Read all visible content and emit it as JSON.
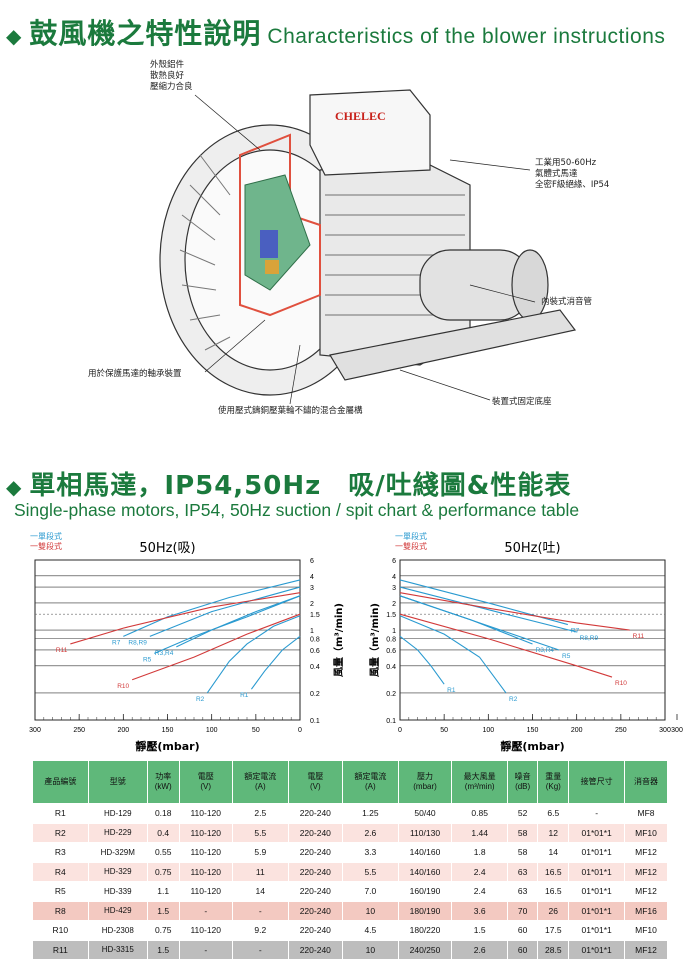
{
  "header1": {
    "cn": "鼓風機之特性說明",
    "en": "Characteristics of the blower instructions"
  },
  "header2": {
    "cn": "單相馬達，IP54,50Hz　吸/吐綫圖&性能表",
    "en": "Single-phase motors, IP54, 50Hz suction / spit chart & performance table"
  },
  "diagram": {
    "brand": "CHELEC",
    "labels": {
      "top_left": [
        "外殼鋁件",
        "散熱良好",
        "壓縮力合良"
      ],
      "right_motor": [
        "工業用50-60Hz",
        "氣體式馬達",
        "全密F級絕緣、IP54"
      ],
      "right_muffler": "內裝式消音管",
      "left_bottom": "用於保護馬達的軸承裝置",
      "bottom_center": "使用壓式鑄銅壓葉輪不鏽的混合金屬構",
      "bottom_right": "裝置式固定底座"
    }
  },
  "legend": {
    "single": "一單段式",
    "double": "一雙段式"
  },
  "colors": {
    "green": "#1b7a3d",
    "single": "#2a9ad0",
    "double": "#d23a3a",
    "header_bg": "#5fb87a"
  },
  "chart_data": [
    {
      "type": "line",
      "title": "50Hz(吸)",
      "xlabel": "靜壓(mbar)",
      "ylabel": "風量（m³/min)",
      "x_reversed": true,
      "xlim": [
        300,
        0
      ],
      "ylim": [
        0.1,
        6
      ],
      "yscale": "log",
      "x_ticks": [
        "300",
        "250",
        "200",
        "150",
        "100",
        "50",
        "0"
      ],
      "y_ticks": [
        "0.1",
        "0.2",
        "0.4",
        "0.6",
        "0.8",
        "1",
        "1.5",
        "2",
        "3",
        "4",
        "6"
      ],
      "series": [
        {
          "name": "R1",
          "kind": "single",
          "x": [
            0,
            20,
            40,
            55
          ],
          "y": [
            0.85,
            0.6,
            0.35,
            0.22
          ]
        },
        {
          "name": "R2",
          "kind": "single",
          "x": [
            0,
            30,
            60,
            80,
            105
          ],
          "y": [
            1.44,
            1.1,
            0.7,
            0.45,
            0.2
          ]
        },
        {
          "name": "R3,R4",
          "kind": "single",
          "x": [
            0,
            50,
            100,
            140
          ],
          "y": [
            2.4,
            1.6,
            1.0,
            0.65
          ]
        },
        {
          "name": "R5",
          "kind": "single",
          "x": [
            0,
            60,
            120,
            165
          ],
          "y": [
            2.4,
            1.4,
            0.85,
            0.55
          ]
        },
        {
          "name": "R7",
          "kind": "single",
          "x": [
            0,
            80,
            150,
            200
          ],
          "y": [
            3.6,
            2.3,
            1.4,
            0.85
          ]
        },
        {
          "name": "R8,R9",
          "kind": "single",
          "x": [
            0,
            100,
            170
          ],
          "y": [
            3.0,
            1.6,
            0.85
          ]
        },
        {
          "name": "R10",
          "kind": "double",
          "x": [
            0,
            60,
            120,
            190
          ],
          "y": [
            1.5,
            0.9,
            0.5,
            0.28
          ]
        },
        {
          "name": "R11",
          "kind": "double",
          "x": [
            0,
            100,
            200,
            260
          ],
          "y": [
            2.6,
            1.8,
            1.05,
            0.7
          ]
        }
      ]
    },
    {
      "type": "line",
      "title": "50Hz(吐)",
      "xlabel": "靜壓(mbar)",
      "ylabel": "風量（m³/min)",
      "xlim": [
        0,
        300
      ],
      "ylim": [
        0.1,
        6
      ],
      "yscale": "log",
      "x_ticks": [
        "0",
        "50",
        "100",
        "150",
        "200",
        "250",
        "300",
        "300"
      ],
      "y_ticks": [
        "0.1",
        "0.2",
        "0.4",
        "0.6",
        "0.8",
        "1",
        "1.5",
        "2",
        "3",
        "4",
        "6"
      ],
      "series": [
        {
          "name": "R1",
          "kind": "single",
          "x": [
            0,
            20,
            35,
            50
          ],
          "y": [
            0.85,
            0.6,
            0.4,
            0.25
          ]
        },
        {
          "name": "R2",
          "kind": "single",
          "x": [
            0,
            50,
            90,
            120
          ],
          "y": [
            1.44,
            0.9,
            0.5,
            0.2
          ]
        },
        {
          "name": "R3,R4",
          "kind": "single",
          "x": [
            0,
            80,
            150
          ],
          "y": [
            2.4,
            1.3,
            0.7
          ]
        },
        {
          "name": "R5",
          "kind": "single",
          "x": [
            0,
            90,
            180
          ],
          "y": [
            2.4,
            1.2,
            0.6
          ]
        },
        {
          "name": "R7",
          "kind": "single",
          "x": [
            0,
            100,
            190
          ],
          "y": [
            3.6,
            2.0,
            1.15
          ]
        },
        {
          "name": "R8,R9",
          "kind": "single",
          "x": [
            0,
            120,
            200
          ],
          "y": [
            3.0,
            1.5,
            0.95
          ]
        },
        {
          "name": "R10",
          "kind": "double",
          "x": [
            0,
            100,
            200,
            240
          ],
          "y": [
            1.5,
            0.8,
            0.4,
            0.3
          ]
        },
        {
          "name": "R11",
          "kind": "double",
          "x": [
            0,
            100,
            200,
            260
          ],
          "y": [
            2.6,
            1.75,
            1.2,
            1.0
          ]
        }
      ]
    }
  ],
  "table": {
    "headers": [
      "產品編號",
      "型號",
      "功率\n(kW)",
      "電壓\n(V)",
      "額定電流\n(A)",
      "電壓\n(V)",
      "額定電流\n(A)",
      "壓力\n(mbar)",
      "最大風量\n(m³/min)",
      "噪音\n(dB)",
      "重量\n(Kg)",
      "接管尺寸",
      "消音器"
    ],
    "rows": [
      {
        "style": "white",
        "cells": [
          "R1",
          "HD-129",
          "0.18",
          "110-120",
          "2.5",
          "220-240",
          "1.25",
          "50/40",
          "0.85",
          "52",
          "6.5",
          "-",
          "MF8"
        ]
      },
      {
        "style": "light",
        "cells": [
          "R2",
          "HD-229",
          "0.4",
          "110-120",
          "5.5",
          "220-240",
          "2.6",
          "110/130",
          "1.44",
          "58",
          "12",
          "01*01*1",
          "MF10"
        ]
      },
      {
        "style": "white",
        "cells": [
          "R3",
          "HD-329M",
          "0.55",
          "110-120",
          "5.9",
          "220-240",
          "3.3",
          "140/160",
          "1.8",
          "58",
          "14",
          "01*01*1",
          "MF12"
        ]
      },
      {
        "style": "light",
        "cells": [
          "R4",
          "HD-329",
          "0.75",
          "110-120",
          "11",
          "220-240",
          "5.5",
          "140/160",
          "2.4",
          "63",
          "16.5",
          "01*01*1",
          "MF12"
        ]
      },
      {
        "style": "white",
        "cells": [
          "R5",
          "HD-339",
          "1.1",
          "110-120",
          "14",
          "220-240",
          "7.0",
          "160/190",
          "2.4",
          "63",
          "16.5",
          "01*01*1",
          "MF12"
        ]
      },
      {
        "style": "dark",
        "cells": [
          "R8",
          "HD-429",
          "1.5",
          "-",
          "-",
          "220-240",
          "10",
          "180/190",
          "3.6",
          "70",
          "26",
          "01*01*1",
          "MF16"
        ]
      },
      {
        "style": "white",
        "cells": [
          "R10",
          "HD-2308",
          "0.75",
          "110-120",
          "9.2",
          "220-240",
          "4.5",
          "180/220",
          "1.5",
          "60",
          "17.5",
          "01*01*1",
          "MF10"
        ]
      },
      {
        "style": "grey",
        "cells": [
          "R11",
          "HD-3315",
          "1.5",
          "-",
          "-",
          "220-240",
          "10",
          "240/250",
          "2.6",
          "60",
          "28.5",
          "01*01*1",
          "MF12"
        ]
      }
    ]
  }
}
